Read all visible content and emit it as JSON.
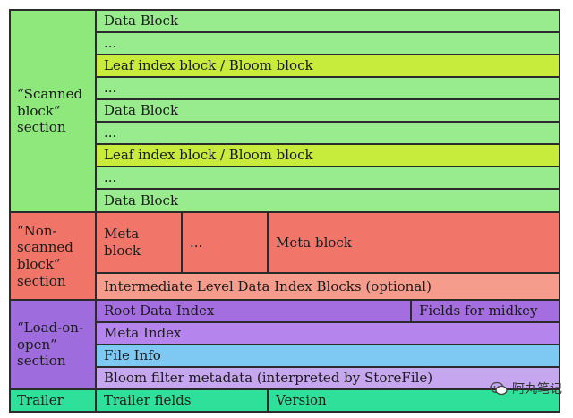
{
  "sections": {
    "scanned": "“Scanned block” section",
    "non_scanned": "“Non-scanned block” section",
    "load_on_open": "“Load-on-open” section",
    "trailer": "Trailer"
  },
  "scanned_rows": [
    "Data Block",
    "...",
    "Leaf index block / Bloom block",
    "...",
    "Data Block",
    "...",
    "Leaf index block / Bloom block",
    "...",
    "Data Block"
  ],
  "non_scanned": {
    "meta_block_1": "Meta block",
    "ellipsis": "...",
    "meta_block_2": "Meta block",
    "intermediate": "Intermediate Level Data Index Blocks (optional)"
  },
  "load_on_open": {
    "root_data_index": "Root Data Index",
    "fields_for_midkey": "Fields for midkey",
    "meta_index": "Meta Index",
    "file_info": "File Info",
    "bloom_filter_metadata": "Bloom filter metadata (interpreted by StoreFile)"
  },
  "trailer": {
    "trailer_fields": "Trailer fields",
    "version": "Version"
  },
  "watermark": "阿丸笔记",
  "colors": {
    "scanned": "#98ec8e",
    "leaf_index": "#c8ec3c",
    "non_scanned": "#f2756a",
    "intermediate": "#f69c8c",
    "load_on_open": "#a56ee0",
    "file_info": "#7ec8f4",
    "bloom_meta": "#c6a6ee",
    "trailer": "#2fe09a"
  }
}
